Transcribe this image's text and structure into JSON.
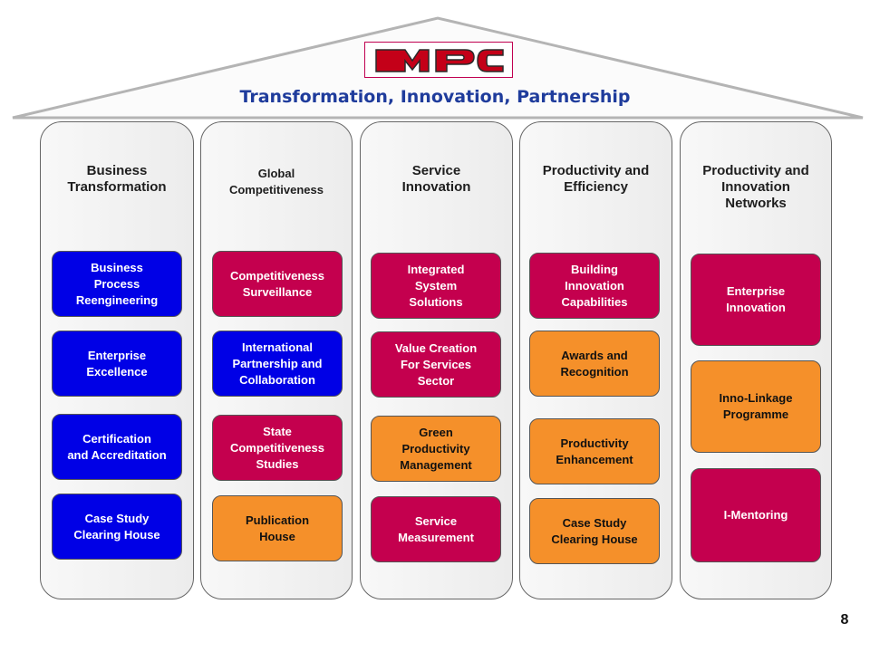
{
  "header": {
    "logo_text": "MPC",
    "tagline": "Transformation, Innovation, Partnership"
  },
  "pillars": [
    {
      "title": "Business\nTransformation",
      "items": [
        {
          "label": "Business\nProcess\nReengineering",
          "color": "#0000e6"
        },
        {
          "label": "Enterprise\nExcellence",
          "color": "#0000e6"
        },
        {
          "label": "Certification\nand Accreditation",
          "color": "#0000e6"
        },
        {
          "label": "Case Study\nClearing House",
          "color": "#0000e6"
        }
      ]
    },
    {
      "title": "Global\nCompetitiveness",
      "items": [
        {
          "label": "Competitiveness\nSurveillance",
          "color": "#c4004e"
        },
        {
          "label": "International\nPartnership and\nCollaboration",
          "color": "#0000e6"
        },
        {
          "label": "State\nCompetitiveness\nStudies",
          "color": "#c4004e"
        },
        {
          "label": "Publication\nHouse",
          "color": "#f5902a"
        }
      ]
    },
    {
      "title": "Service\nInnovation",
      "items": [
        {
          "label": "Integrated\nSystem\nSolutions",
          "color": "#c4004e"
        },
        {
          "label": "Value Creation\nFor Services\nSector",
          "color": "#c4004e"
        },
        {
          "label": "Green\nProductivity\nManagement",
          "color": "#f5902a"
        },
        {
          "label": "Service\nMeasurement",
          "color": "#c4004e"
        }
      ]
    },
    {
      "title": "Productivity and\nEfficiency",
      "items": [
        {
          "label": "Building\nInnovation\nCapabilities",
          "color": "#c4004e"
        },
        {
          "label": "Awards and\nRecognition",
          "color": "#f5902a"
        },
        {
          "label": "Productivity\nEnhancement",
          "color": "#f5902a"
        },
        {
          "label": "Case Study\nClearing House",
          "color": "#f5902a"
        }
      ]
    },
    {
      "title": "Productivity and\nInnovation\nNetworks",
      "items": [
        {
          "label": "Enterprise\nInnovation",
          "color": "#c4004e"
        },
        {
          "label": "Inno-Linkage\nProgramme",
          "color": "#f5902a"
        },
        {
          "label": "I-Mentoring",
          "color": "#c4004e"
        }
      ]
    }
  ],
  "page_number": "8"
}
